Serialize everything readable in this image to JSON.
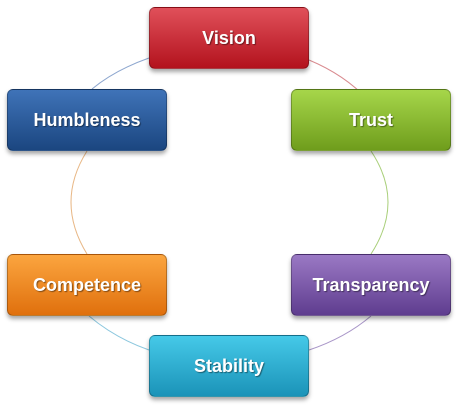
{
  "diagram": {
    "type": "cycle",
    "nodes": [
      {
        "label": "Vision",
        "top": "#e0505a",
        "bottom": "#b3121d"
      },
      {
        "label": "Trust",
        "top": "#a6d64a",
        "bottom": "#6f9d1c"
      },
      {
        "label": "Transparency",
        "top": "#9a79c4",
        "bottom": "#5f3d8f"
      },
      {
        "label": "Stability",
        "top": "#45c9e8",
        "bottom": "#1b93b8"
      },
      {
        "label": "Competence",
        "top": "#fba53f",
        "bottom": "#e0700d"
      },
      {
        "label": "Humbleness",
        "top": "#3f73b8",
        "bottom": "#1b4680"
      }
    ]
  }
}
